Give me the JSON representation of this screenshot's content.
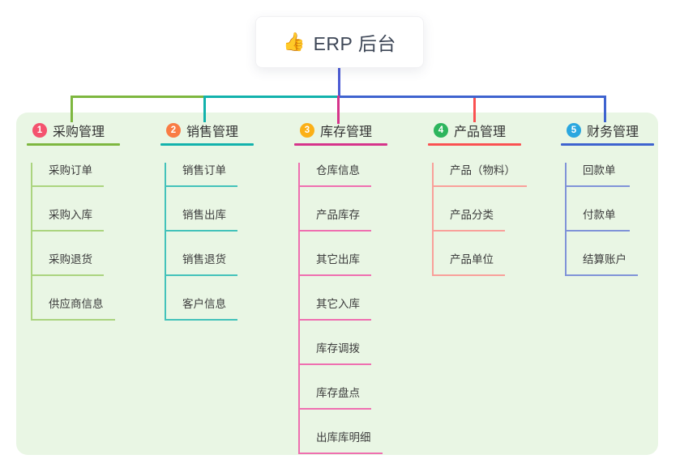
{
  "root": {
    "icon": "👍",
    "title": "ERP 后台"
  },
  "colors": {
    "canvas_bg": "#ffffff",
    "container_bg": "#e9f6e4",
    "root_drop": "#4c5bd4",
    "rail_green": "#7db73f",
    "rail_teal": "#12b2ac",
    "rail_blue": "#3e63cf",
    "drop_magenta": "#d6348b",
    "drop_red": "#fa5151"
  },
  "branches": [
    {
      "badge": "1",
      "title": "采购管理",
      "badge_color": "#f4536e",
      "line_color": "#7db73f",
      "child_line_color": "#abd47f",
      "children": [
        "采购订单",
        "采购入库",
        "采购退货",
        "供应商信息"
      ]
    },
    {
      "badge": "2",
      "title": "销售管理",
      "badge_color": "#f97c44",
      "line_color": "#12b2ac",
      "child_line_color": "#43c2ba",
      "children": [
        "销售订单",
        "销售出库",
        "销售退货",
        "客户信息"
      ]
    },
    {
      "badge": "3",
      "title": "库存管理",
      "badge_color": "#fbb017",
      "line_color": "#d6348b",
      "child_line_color": "#ef6fb0",
      "children": [
        "仓库信息",
        "产品库存",
        "其它出库",
        "其它入库",
        "库存调拨",
        "库存盘点",
        "出库库明细"
      ]
    },
    {
      "badge": "4",
      "title": "产品管理",
      "badge_color": "#2db55d",
      "line_color": "#fa5151",
      "child_line_color": "#f9a09a",
      "children": [
        "产品（物料）",
        "产品分类",
        "产品单位"
      ]
    },
    {
      "badge": "5",
      "title": "财务管理",
      "badge_color": "#2aa7df",
      "line_color": "#3e63cf",
      "child_line_color": "#8093d8",
      "children": [
        "回款单",
        "付款单",
        "结算账户"
      ]
    }
  ]
}
